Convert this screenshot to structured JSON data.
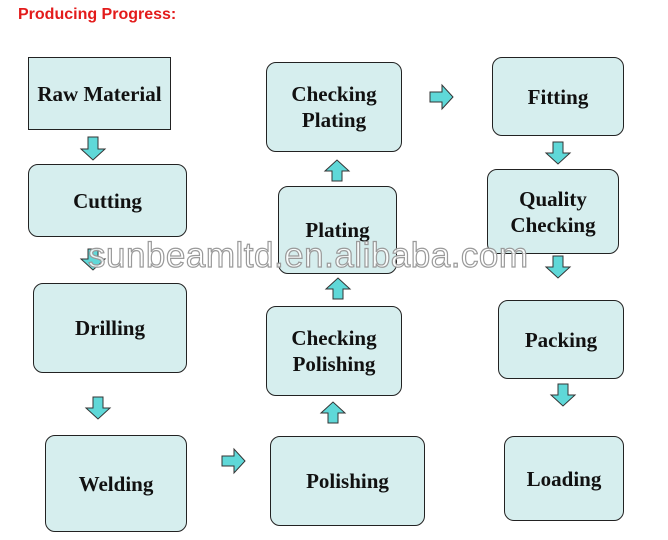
{
  "title": "Producing Progress:",
  "steps": [
    "Raw Material",
    "Cutting",
    "Drilling",
    "Welding",
    "Polishing",
    "Checking Polishing",
    "Plating",
    "Checking Plating",
    "Fitting",
    "Quality Checking",
    "Packing",
    "Loading"
  ],
  "watermark": "sunbeamltd.en.alibaba.com",
  "colors": {
    "box_fill": "#d6eeee",
    "arrow_fill": "#5fd8d8",
    "title": "#e31b1b"
  }
}
